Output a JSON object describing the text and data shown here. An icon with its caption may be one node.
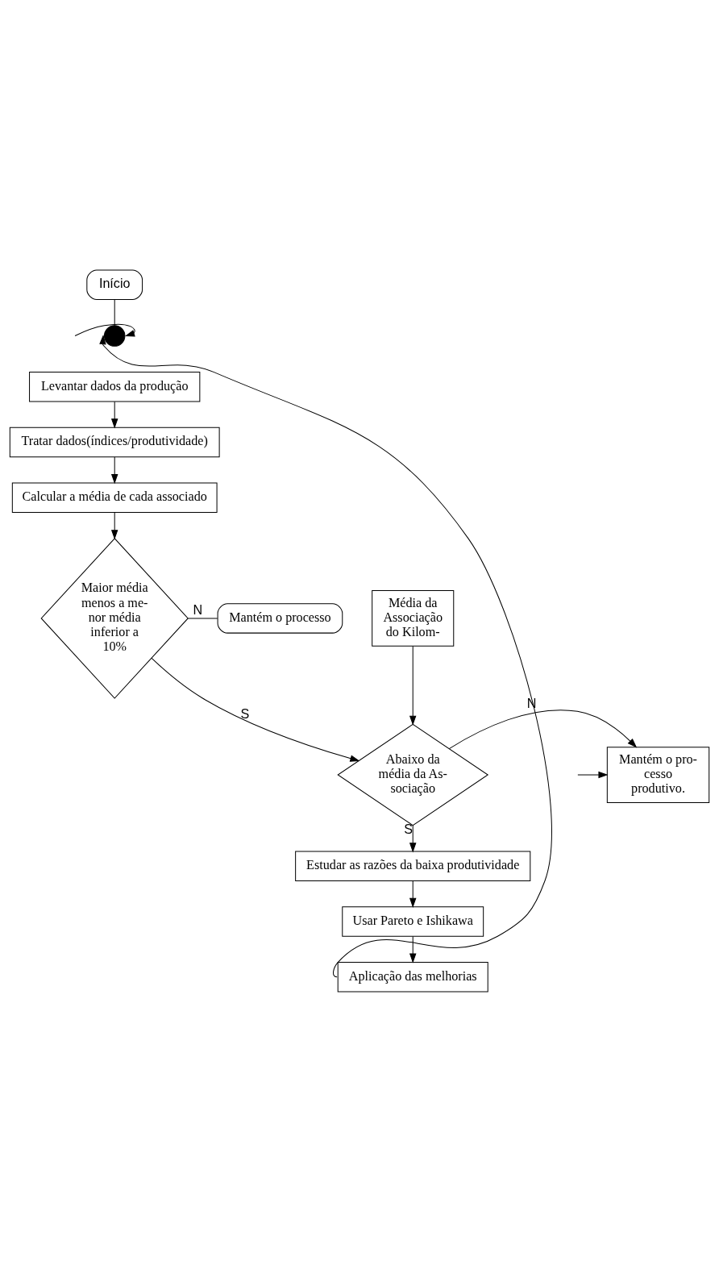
{
  "diagram": {
    "nodes": [
      {
        "text": [
          "Início"
        ]
      },
      {
        "text": [],
        "shape": "point"
      },
      {
        "text": [
          "Levantar dados da produção"
        ]
      },
      {
        "text": [
          "Tratar dados(índices/produtividade)"
        ]
      },
      {
        "text": [
          "Calcular a média de cada associado"
        ]
      },
      {
        "text": [
          "Maior média menos a me- nor média inferior a 10%"
        ]
      },
      {
        "text": [
          "Mantém o processo"
        ]
      },
      {
        "text": [
          "Média da Associação do Kilom-"
        ]
      },
      {
        "text": [
          "Abaixo da média da As- sociação"
        ]
      },
      {
        "text": [
          "Mantém o pro- cesso produtivo."
        ]
      },
      {
        "text": [
          "Estudar as razões da baixa produtividade"
        ]
      },
      {
        "text": [
          "Usar Pareto e Ishikawa"
        ]
      },
      {
        "text": [
          "Aplicação das melhorias"
        ]
      }
    ],
    "edges": [
      {
        "from": 0,
        "to": 1,
        "arrow": "none"
      },
      {
        "from": 12,
        "to": 1,
        "arrow": "to"
      },
      {
        "from": null,
        "to": 1,
        "arrow": "to"
      },
      {
        "from": 2,
        "to": 3,
        "arrow": "to"
      },
      {
        "from": 3,
        "to": 4,
        "arrow": "to"
      },
      {
        "from": 4,
        "to": 5,
        "arrow": "to"
      },
      {
        "from": 5,
        "to": 6,
        "arrow": "none",
        "label": "N"
      },
      {
        "from": 5,
        "to": 8,
        "arrow": "to",
        "label": "S"
      },
      {
        "from": 7,
        "to": 8,
        "arrow": "to"
      },
      {
        "from": 8,
        "to": 9,
        "arrow": "to",
        "label": "N"
      },
      {
        "from": null,
        "to": 9,
        "arrow": "to"
      },
      {
        "from": 8,
        "to": 10,
        "arrow": "to",
        "label": "S"
      },
      {
        "from": 10,
        "to": 11,
        "arrow": "to"
      },
      {
        "from": 11,
        "to": 12,
        "arrow": "to"
      }
    ]
  }
}
